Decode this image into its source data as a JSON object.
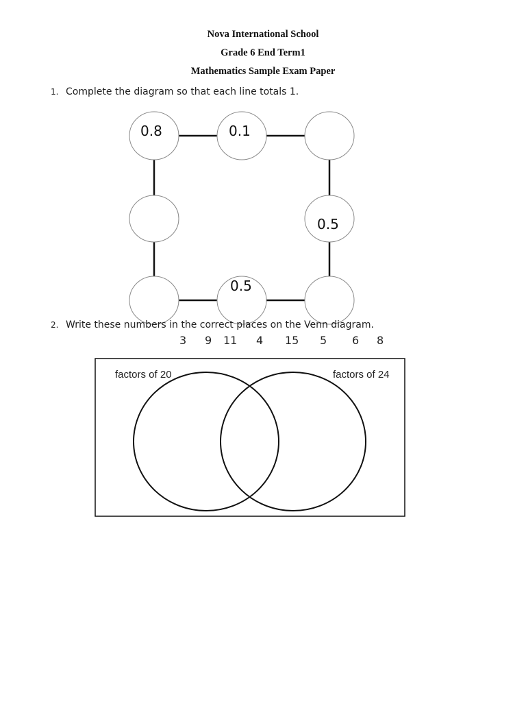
{
  "header": {
    "school": "Nova International School",
    "grade": "Grade 6 End Term1",
    "subject": "Mathematics Sample Exam Paper"
  },
  "questions": [
    {
      "number": "1.",
      "text": "Complete the diagram so that each line totals 1.",
      "diagram": {
        "type": "number-square",
        "line_total": 1,
        "circles": [
          {
            "position": "top-left",
            "value": "0.8"
          },
          {
            "position": "top-middle",
            "value": "0.1"
          },
          {
            "position": "top-right",
            "value": ""
          },
          {
            "position": "middle-left",
            "value": ""
          },
          {
            "position": "middle-right",
            "value": "0.5"
          },
          {
            "position": "bottom-left",
            "value": ""
          },
          {
            "position": "bottom-middle",
            "value": "0.5"
          },
          {
            "position": "bottom-right",
            "value": ""
          }
        ]
      }
    },
    {
      "number": "2.",
      "text": "Write these numbers in the correct places on the Venn diagram.",
      "numbers": [
        "3",
        "9",
        "11",
        "4",
        "15",
        "5",
        "6",
        "8"
      ],
      "venn": {
        "left_label": "factors of 20",
        "right_label": "factors of 24"
      }
    }
  ]
}
